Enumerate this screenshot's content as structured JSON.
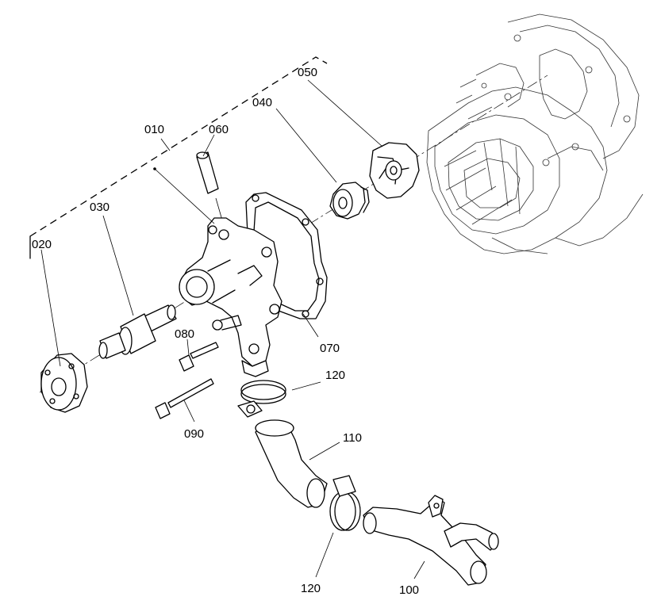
{
  "parts": [
    {
      "id": "p010",
      "number": "010",
      "name": "water-pump-body"
    },
    {
      "id": "p020",
      "number": "020",
      "name": "fan-flange"
    },
    {
      "id": "p030",
      "number": "030",
      "name": "pump-shaft-bearing"
    },
    {
      "id": "p040",
      "number": "040",
      "name": "mechanical-seal"
    },
    {
      "id": "p050",
      "number": "050",
      "name": "impeller"
    },
    {
      "id": "p060",
      "number": "060",
      "name": "pin"
    },
    {
      "id": "p070",
      "number": "070",
      "name": "gasket"
    },
    {
      "id": "p080",
      "number": "080",
      "name": "bolt-short"
    },
    {
      "id": "p090",
      "number": "090",
      "name": "bolt-long"
    },
    {
      "id": "p100",
      "number": "100",
      "name": "water-pipe"
    },
    {
      "id": "p110",
      "number": "110",
      "name": "hose"
    },
    {
      "id": "p120a",
      "number": "120",
      "name": "hose-clamp-upper"
    },
    {
      "id": "p120b",
      "number": "120",
      "name": "hose-clamp-lower"
    }
  ]
}
